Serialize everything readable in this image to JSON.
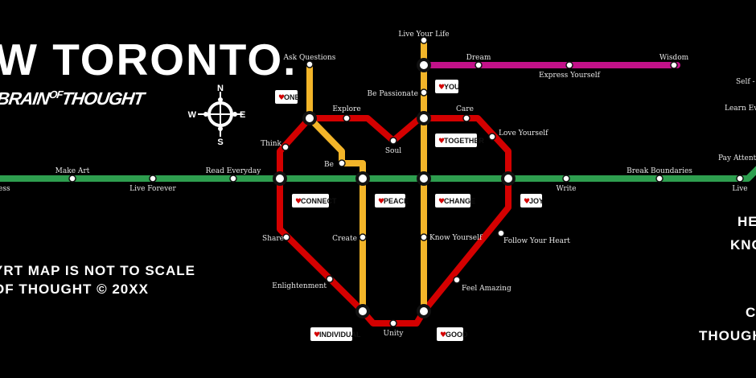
{
  "title": "W TORONTO.",
  "logo": {
    "main": "BRAIN",
    "sub": "OF",
    "tail": "THOUGHT"
  },
  "disclaimer": "YRT MAP IS NOT TO SCALE",
  "copyright": "OF THOUGHT © 20XX",
  "right_edge": [
    "HEA",
    "KNOW",
    "CO",
    "THOUGHT IN"
  ],
  "compass": {
    "n": "N",
    "e": "E",
    "s": "S",
    "w": "W"
  },
  "colors": {
    "green": "#2e9e4f",
    "red": "#d40000",
    "yellow": "#f3b529",
    "magenta": "#c21189",
    "background": "#000000",
    "badge_heart": "#d40000"
  },
  "lines": [
    {
      "name": "green",
      "color": "#2e9e4f"
    },
    {
      "name": "red",
      "color": "#d40000"
    },
    {
      "name": "yellow",
      "color": "#f3b529"
    },
    {
      "name": "magenta",
      "color": "#c21189"
    }
  ],
  "stations": [
    "ess",
    "Make Art",
    "Live Forever",
    "Read Everyday",
    "Write",
    "Break Boundaries",
    "Live",
    "Pay Attenti",
    "Learn Eve",
    "Self -",
    "Dream",
    "Express Yourself",
    "Wisdom",
    "Live Your Life",
    "Ask Questions",
    "Be Passionate",
    "Explore",
    "Care",
    "Soul",
    "Love Yourself",
    "Think",
    "Be",
    "Share",
    "Create",
    "Know Yourself",
    "Follow Your Heart",
    "Feel Amazing",
    "Enlightenment",
    "Unity"
  ],
  "badges": [
    "ONE",
    "YOU",
    "TOGETHER",
    "CONNECT",
    "PEACE",
    "CHANGE",
    "JOY",
    "INDIVIDUAL",
    "GOOD"
  ]
}
